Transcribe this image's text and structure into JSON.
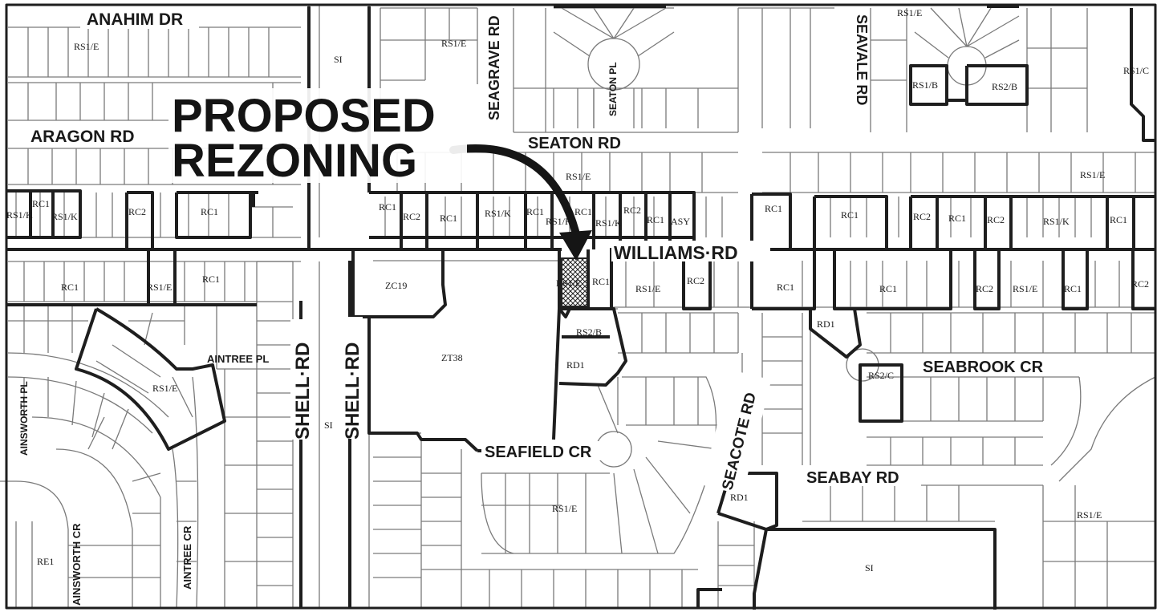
{
  "title": {
    "line1": "PROPOSED",
    "line2": "REZONING"
  },
  "roads": {
    "anahim": "ANAHIM DR",
    "aragon": "ARAGON RD",
    "seaton_rd": "SEATON RD",
    "seaton_pl": "SEATON PL",
    "seagrave": "SEAGRAVE RD",
    "seavale": "SEAVALE RD",
    "williams": "WILLIAMS·RD",
    "shell_a": "SHELL·RD",
    "shell_b": "SHELL·RD",
    "seabrook": "SEABROOK CR",
    "seafield": "SEAFIELD CR",
    "seacote": "SEACOTE RD",
    "seabay": "SEABAY RD",
    "aintree_pl": "AINTREE PL",
    "aintree_cr": "AINTREE CR",
    "ainsworth_pl": "AINSWORTH PL",
    "ainsworth_cr": "AINSWORTH CR"
  },
  "zones": {
    "z01": "RS1/E",
    "z02": "SI",
    "z03": "RS1/E",
    "z04": "RS1/E",
    "z05": "RS1/B",
    "z06": "RS2/B",
    "z07": "RS1/C",
    "z08": "RS1/E",
    "z09": "RS1/E",
    "z10": "RS1/K",
    "z11": "RC1",
    "z12": "RS1/K",
    "z13": "RC2",
    "z14": "RC1",
    "z15": "RC1",
    "z16": "RC2",
    "z17": "RC1",
    "z18": "RS1/K",
    "z19": "RC1",
    "z20": "RS1/K",
    "z21": "RC1",
    "z22": "RS1/K",
    "z23": "RC2",
    "z24": "RC1",
    "z25": "ASY",
    "z26": "RC1",
    "z27": "RC1",
    "z28": "RC2",
    "z29": "RC1",
    "z30": "RC2",
    "z31": "RS1/K",
    "z32": "RC1",
    "z33": "RC1",
    "z34": "RS1/E",
    "z35": "RC1",
    "z36": "ZC19",
    "z37": "RS1/E",
    "z38": "RC1",
    "z39": "RS1/E",
    "z40": "RC2",
    "z41": "RC1",
    "z42": "RC1",
    "z43": "RC2",
    "z44": "RS1/E",
    "z45": "RC1",
    "z46": "RC2",
    "z47": "RS2/B",
    "z48": "ZT38",
    "z49": "RD1",
    "z50": "RD1",
    "z51": "RS2/C",
    "z52": "RS1/E",
    "z53": "SI",
    "z54": "RD1",
    "z55": "RS1/E",
    "z56": "RS1/E",
    "z57": "SI",
    "z58": "RE1"
  },
  "colors": {
    "background": "#ffffff",
    "thin_line": "#7a7a7a",
    "thick_line": "#1e1e1e",
    "hatch": "#222222"
  }
}
